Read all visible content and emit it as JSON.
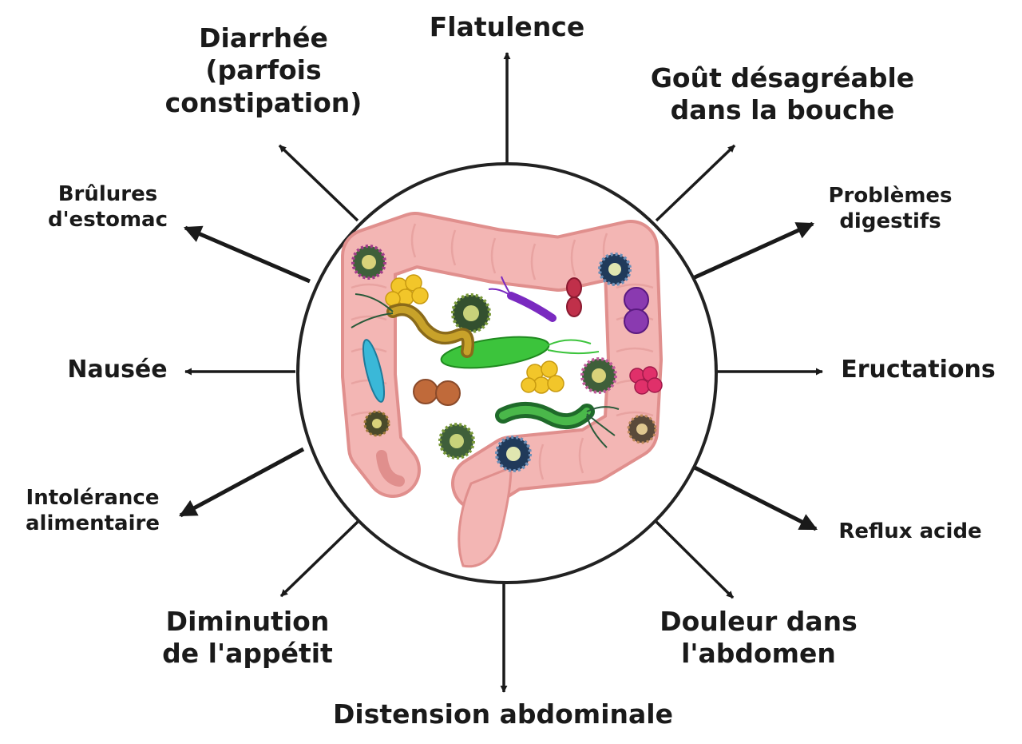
{
  "colors": {
    "ink": "#1a1a1a",
    "colon_fill": "#f3b6b4",
    "colon_stroke": "#e08f8d",
    "circle_stroke": "#222222"
  },
  "symptoms": {
    "flatulence": [
      "Flatulence"
    ],
    "diarrhee": [
      "Diarrhée",
      "(parfois",
      "constipation)"
    ],
    "gout": [
      "Goût désagréable",
      "dans la bouche"
    ],
    "brulures": [
      "Brûlures",
      "d'estomac"
    ],
    "problemes": [
      "Problèmes",
      "digestifs"
    ],
    "nausee": [
      "Nausée"
    ],
    "eructations": [
      "Eructations"
    ],
    "intolerance": [
      "Intolérance",
      "alimentaire"
    ],
    "reflux": [
      "Reflux acide"
    ],
    "diminution": [
      "Diminution",
      "de l'appétit"
    ],
    "douleur": [
      "Douleur dans",
      "l'abdomen"
    ],
    "distension": [
      "Distension abdominale"
    ]
  },
  "illustration": {
    "subject": "colon",
    "microbes": [
      "virus-icon",
      "bacteria-icon",
      "cocci-cluster-icon",
      "parasite-icon"
    ]
  }
}
